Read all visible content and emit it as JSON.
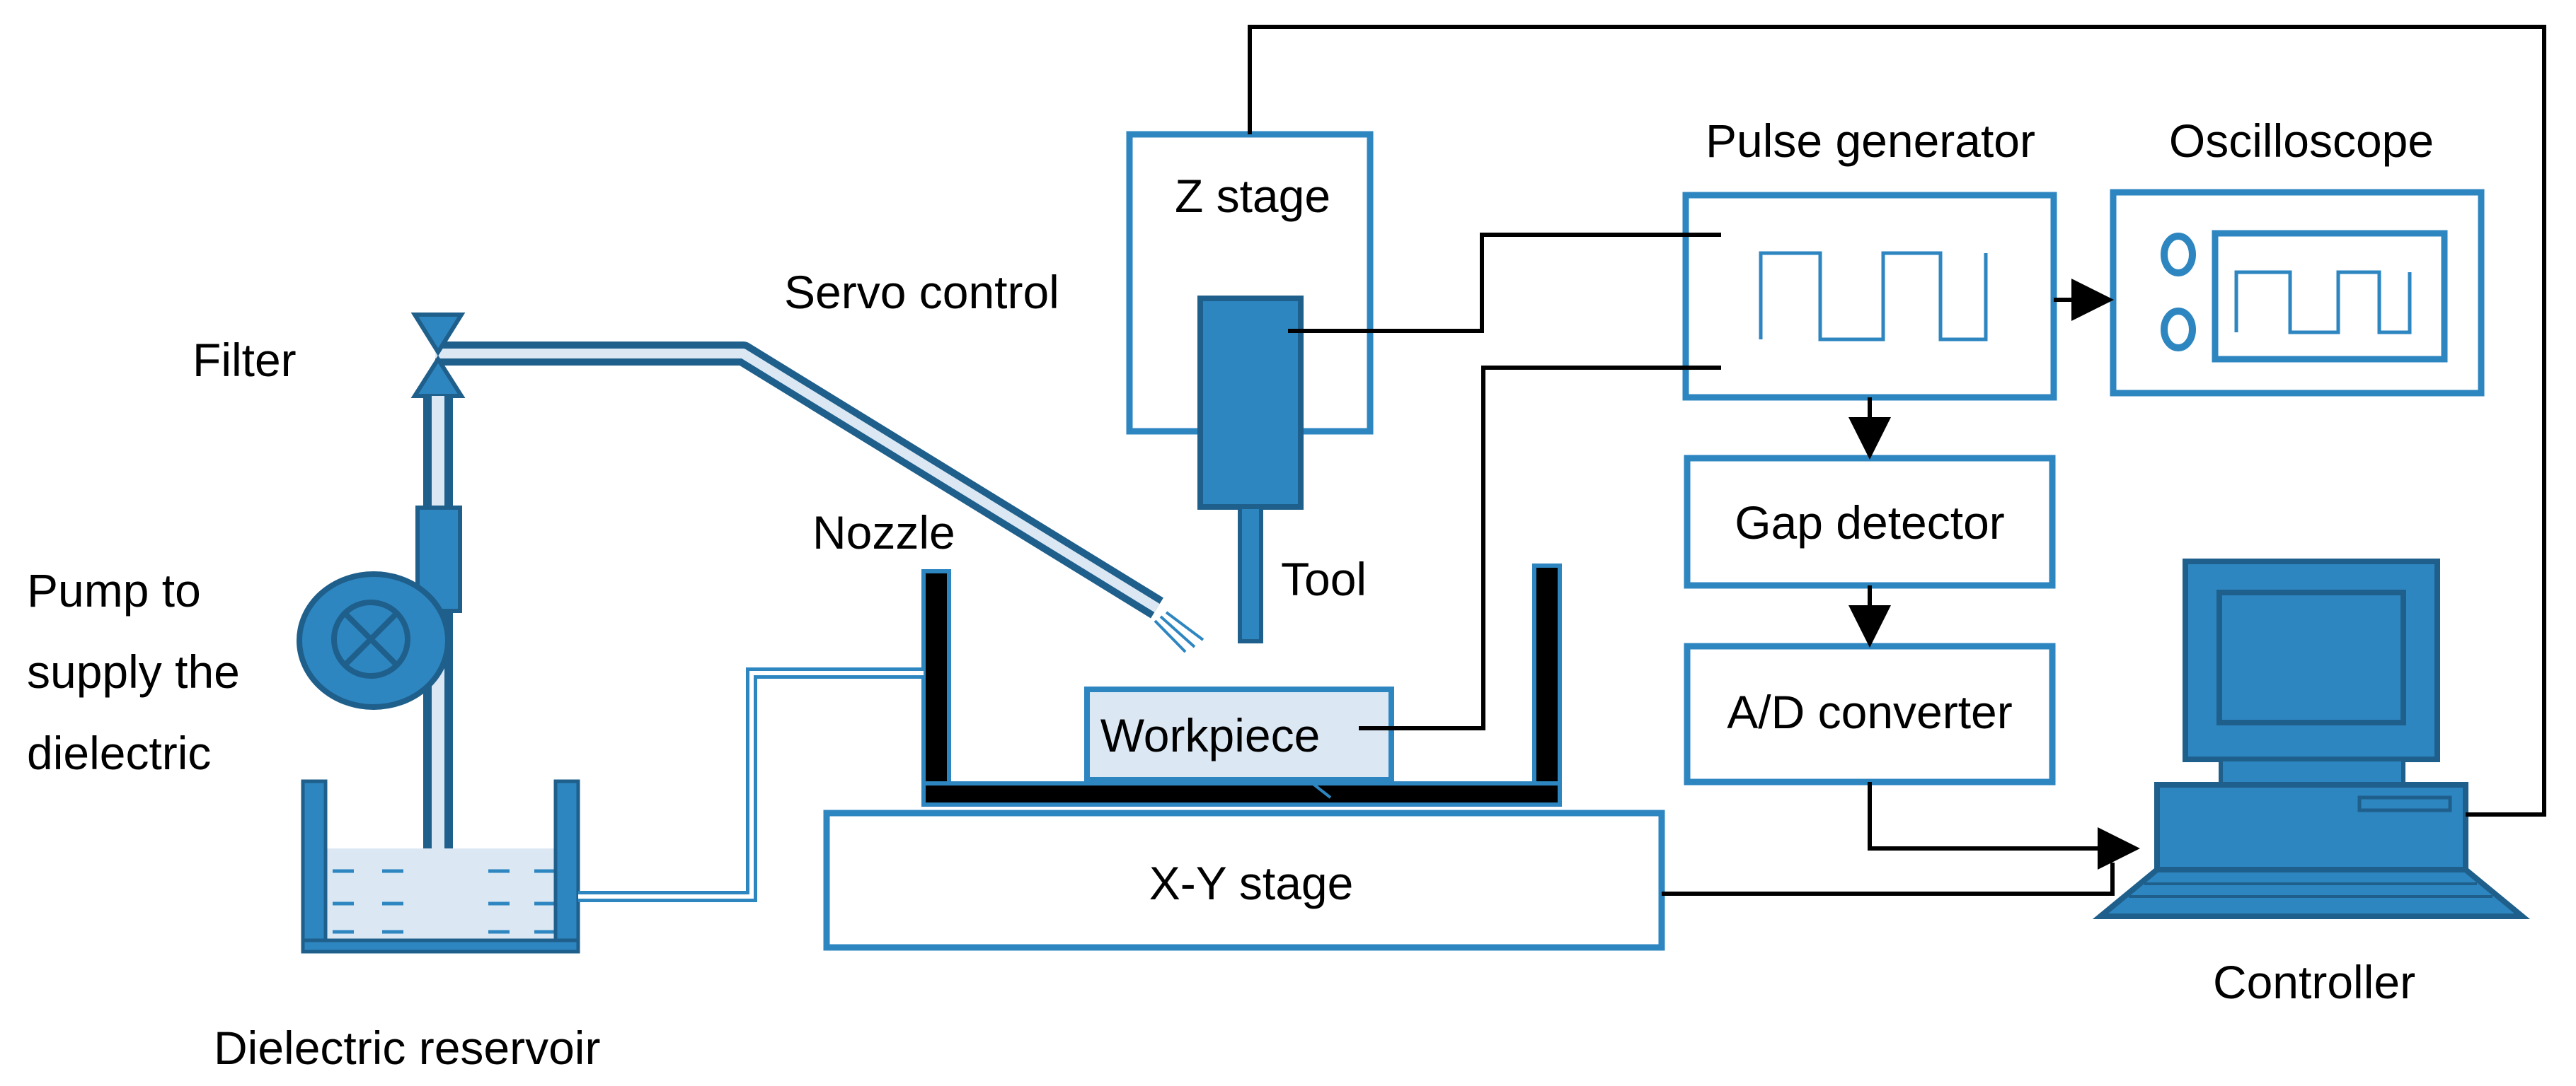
{
  "colors": {
    "blue": "#2e86c1",
    "blue_dark": "#1f5f8b",
    "blue_light": "#dbe8f4",
    "line": "#000000"
  },
  "labels": {
    "z_stage": "Z stage",
    "servo_control": "Servo control",
    "filter": "Filter",
    "nozzle": "Nozzle",
    "tool": "Tool",
    "pump_line1": "Pump to",
    "pump_line2": "supply the",
    "pump_line3": "dielectric",
    "workpiece": "Workpiece",
    "xy_stage": "X-Y stage",
    "dielectric_reservoir": "Dielectric reservoir",
    "pulse_generator": "Pulse generator",
    "oscilloscope": "Oscilloscope",
    "gap_detector": "Gap detector",
    "ad_converter": "A/D converter",
    "controller": "Controller"
  },
  "icons": [
    "pump-icon",
    "filter-valve-icon",
    "square-wave-icon",
    "oscilloscope-screen-icon",
    "computer-icon"
  ]
}
